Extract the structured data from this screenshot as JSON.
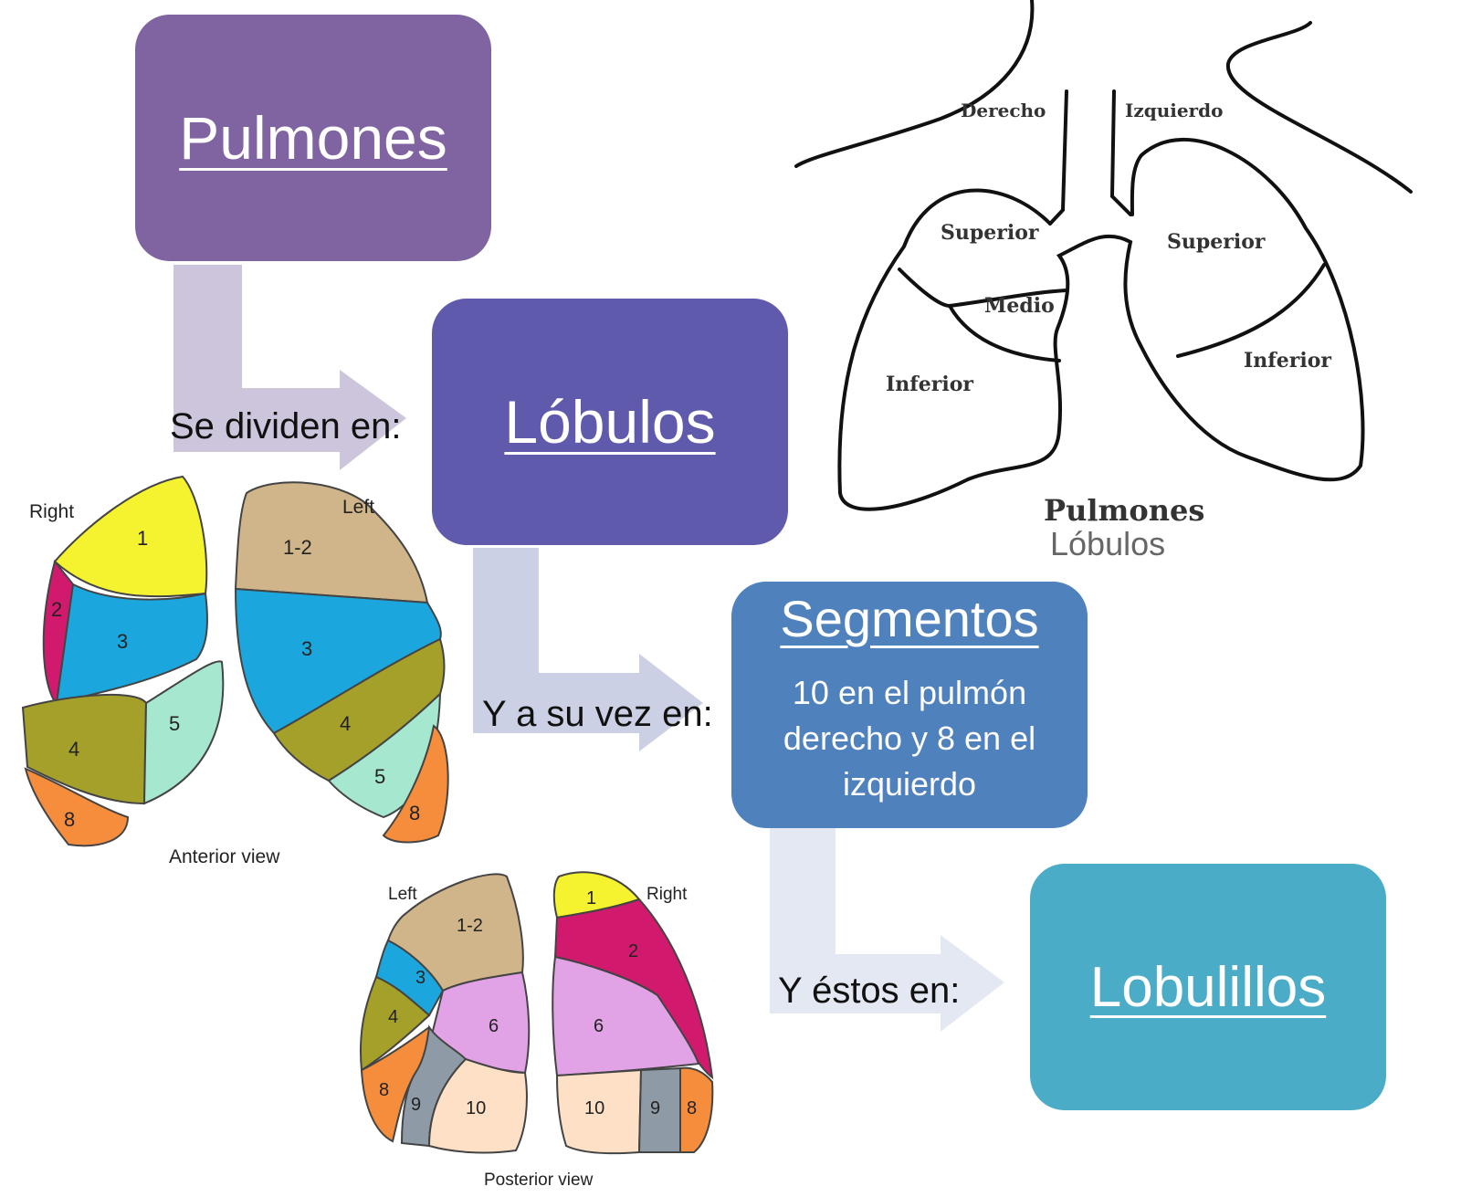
{
  "boxes": {
    "pulmones": {
      "title": "Pulmones",
      "color": "#8064a2"
    },
    "lobulos": {
      "title": "Lóbulos",
      "color": "#5f5aab"
    },
    "segmentos": {
      "title": "Segmentos",
      "desc": "10 en el pulmón derecho y 8 en el izquierdo",
      "color": "#4f81bd"
    },
    "lobulillos": {
      "title": "Lobulillos",
      "color": "#4aacc6"
    }
  },
  "connectors": {
    "c1": "Se dividen en:",
    "c2": "Y a su vez en:",
    "c3": "Y éstos en:"
  },
  "lung_outline": {
    "right_label": "Derecho",
    "left_label": "Izquierdo",
    "r_superior": "Superior",
    "r_medio": "Medio",
    "r_inferior": "Inferior",
    "l_superior": "Superior",
    "l_inferior": "Inferior",
    "caption_title": "Pulmones",
    "caption_sub": "Lóbulos"
  },
  "anterior_view": {
    "right": "Right",
    "left": "Left",
    "caption": "Anterior view",
    "segments": [
      "1",
      "2",
      "3",
      "4",
      "5",
      "8",
      "1-2",
      "3",
      "4",
      "5",
      "8"
    ]
  },
  "posterior_view": {
    "left": "Left",
    "right": "Right",
    "caption": "Posterior view",
    "segments": [
      "1-2",
      "3",
      "4",
      "6",
      "8",
      "9",
      "10",
      "1",
      "2",
      "6",
      "10",
      "9",
      "8"
    ]
  }
}
